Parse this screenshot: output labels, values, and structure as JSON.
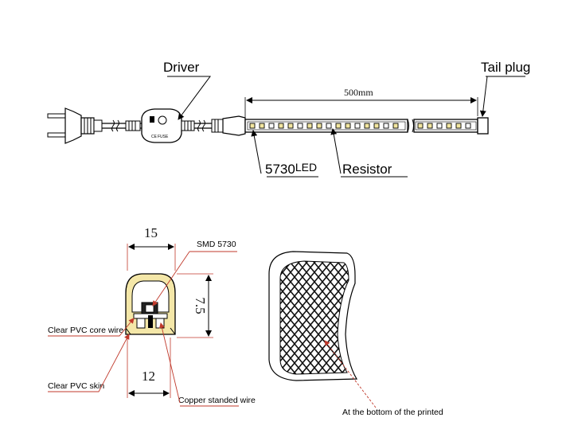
{
  "strip": {
    "driver_label": "Driver",
    "tail_plug_label": "Tail plug",
    "length_label": "500mm",
    "led_number": "5730",
    "led_suffix": "LED",
    "resistor_label": "Resistor",
    "driver_text": "FUSE"
  },
  "cross_section": {
    "width_top": "15",
    "width_bottom": "12",
    "height": "7.5",
    "smd_label": "SMD 5730",
    "core_wire_label": "Clear PVC core wire",
    "skin_label": "Clear PVC skin",
    "copper_label": "Copper standed wire"
  },
  "printed_pattern": {
    "label": "At the bottom of the printed"
  },
  "colors": {
    "line": "#000000",
    "leader": "#c0392b",
    "led_yellow": "#f2e6a0",
    "skin_yellow": "#f4e7a8"
  }
}
